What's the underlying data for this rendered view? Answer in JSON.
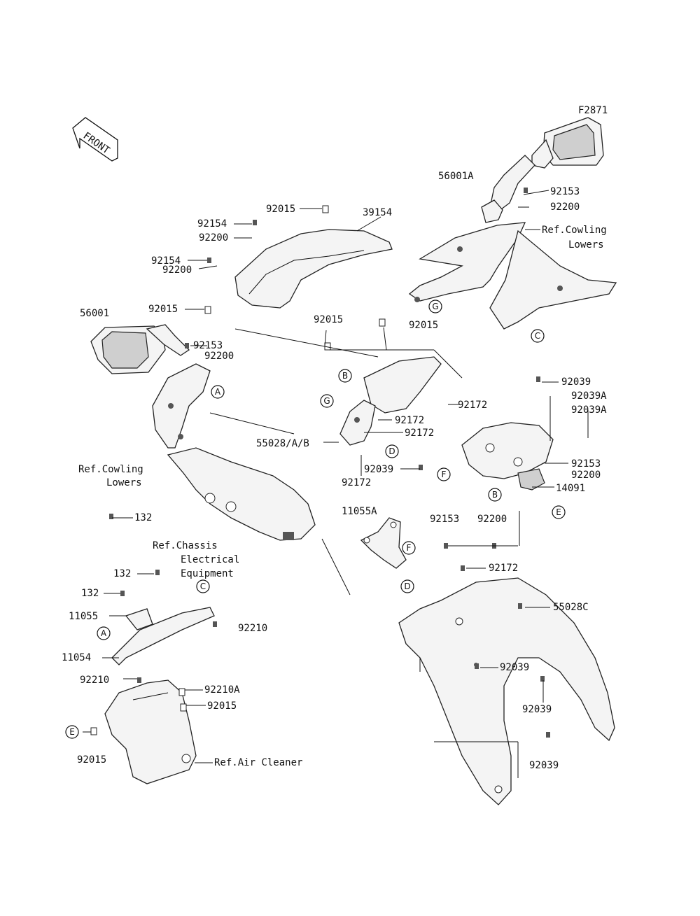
{
  "figure_code": "F2871",
  "front_label": "FRONT",
  "labels": {
    "l_56001A": "56001A",
    "l_92153_a": "92153",
    "l_92200_a": "92200",
    "l_ref_cowling_lowers_a1": "Ref.Cowling",
    "l_ref_cowling_lowers_a2": "Lowers",
    "l_92015_a": "92015",
    "l_39154": "39154",
    "l_92154_a": "92154",
    "l_92200_b": "92200",
    "l_92154_b": "92154",
    "l_92200_c": "92200",
    "l_92015_b": "92015",
    "l_56001": "56001",
    "l_92015_c": "92015",
    "l_92015_d": "92015",
    "l_92153_b": "92153",
    "l_92200_d": "92200",
    "l_92039_a": "92039",
    "l_92039A_a": "92039A",
    "l_92039A_b": "92039A",
    "l_92172_a": "92172",
    "l_92172_b": "92172",
    "l_92172_c": "92172",
    "l_55028": "55028/A/B",
    "l_92039_b": "92039",
    "l_92172_d": "92172",
    "l_92153_c": "92153",
    "l_92200_e": "92200",
    "l_14091": "14091",
    "l_ref_cowling_lowers_b1": "Ref.Cowling",
    "l_ref_cowling_lowers_b2": "Lowers",
    "l_11055A": "11055A",
    "l_92153_d": "92153",
    "l_92200_f": "92200",
    "l_132_a": "132",
    "l_ref_chassis_1": "Ref.Chassis",
    "l_ref_chassis_2": "Electrical",
    "l_ref_chassis_3": "Equipment",
    "l_132_b": "132",
    "l_132_c": "132",
    "l_11055": "11055",
    "l_92210": "92210",
    "l_11054": "11054",
    "l_92210_b": "92210",
    "l_92210A": "92210A",
    "l_92015_e": "92015",
    "l_92015_f": "92015",
    "l_ref_air_cleaner": "Ref.Air Cleaner",
    "l_92172_e": "92172",
    "l_55028C": "55028C",
    "l_92039_c": "92039",
    "l_92039_d": "92039",
    "l_92039_e": "92039"
  },
  "callouts": {
    "A": "A",
    "B": "B",
    "C": "C",
    "D": "D",
    "E": "E",
    "F": "F",
    "G": "G"
  }
}
